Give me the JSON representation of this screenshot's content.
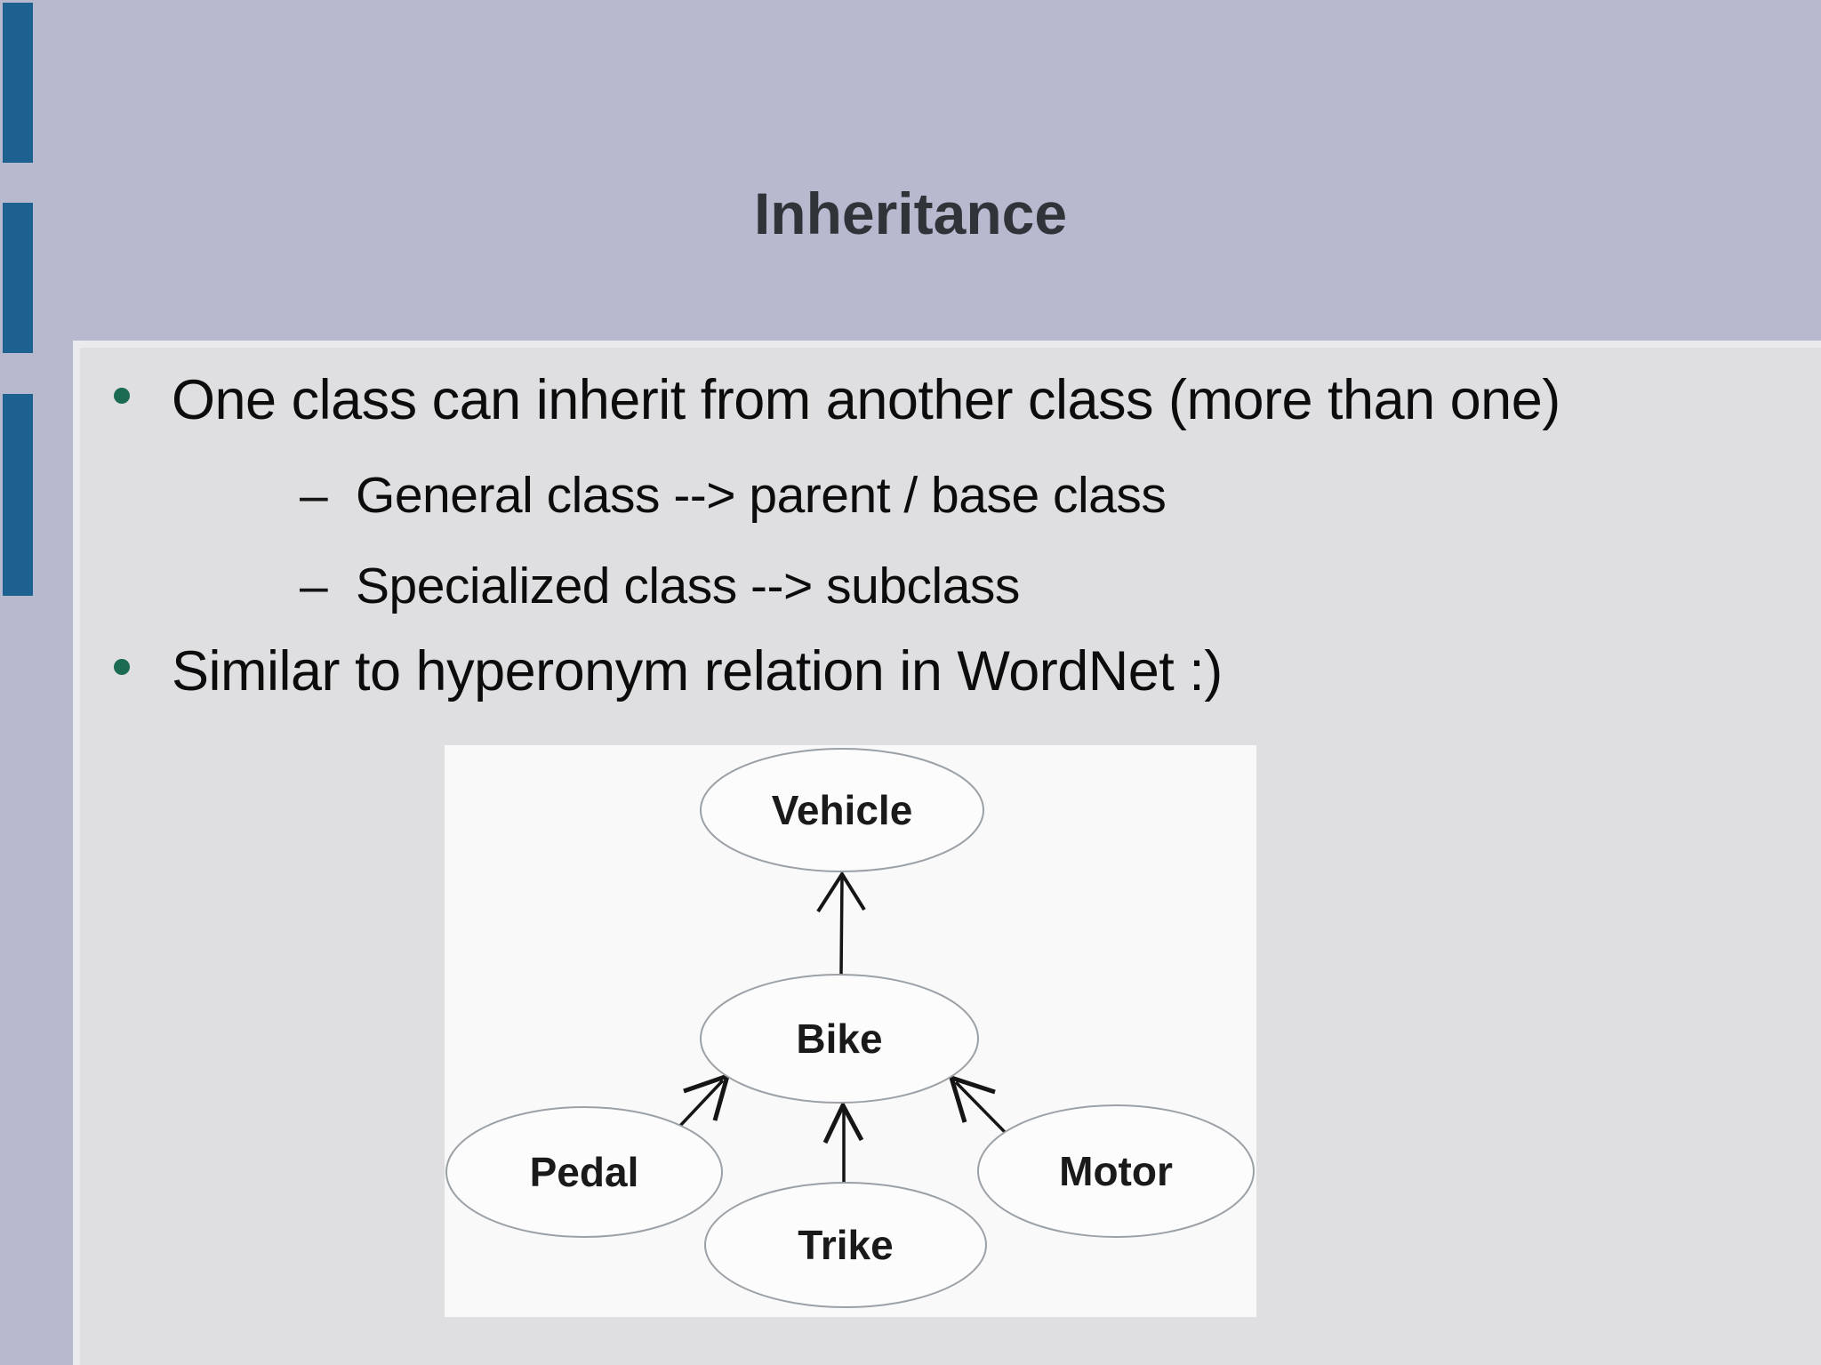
{
  "slide": {
    "title": "Inheritance",
    "bullets": {
      "b1": "One class can inherit from another class (more than one)",
      "s1": "General class --> parent / base class",
      "s2": "Specialized class --> subclass",
      "b2": "Similar to hyperonym relation in WordNet :)"
    },
    "sub_bullet_marker": "–",
    "colors": {
      "top_band_background": "#b7b9cf",
      "content_panel_background": "#dfdfe2",
      "accent_bar_blue": "#1d6190",
      "title_text": "#303439",
      "body_text": "#0c0c0c",
      "bullet_dot_green": "#1b6a52",
      "diagram_background": "#f9f9f9",
      "ellipse_stroke": "#9ba1a6",
      "arrow_stroke": "#151515"
    },
    "diagram": {
      "nodes": [
        {
          "id": "vehicle",
          "label": "Vehicle"
        },
        {
          "id": "bike",
          "label": "Bike"
        },
        {
          "id": "pedal",
          "label": "Pedal"
        },
        {
          "id": "trike",
          "label": "Trike"
        },
        {
          "id": "motor",
          "label": "Motor"
        }
      ],
      "edges": [
        {
          "from": "bike",
          "to": "vehicle"
        },
        {
          "from": "pedal",
          "to": "bike"
        },
        {
          "from": "trike",
          "to": "bike"
        },
        {
          "from": "motor",
          "to": "bike"
        }
      ]
    }
  }
}
